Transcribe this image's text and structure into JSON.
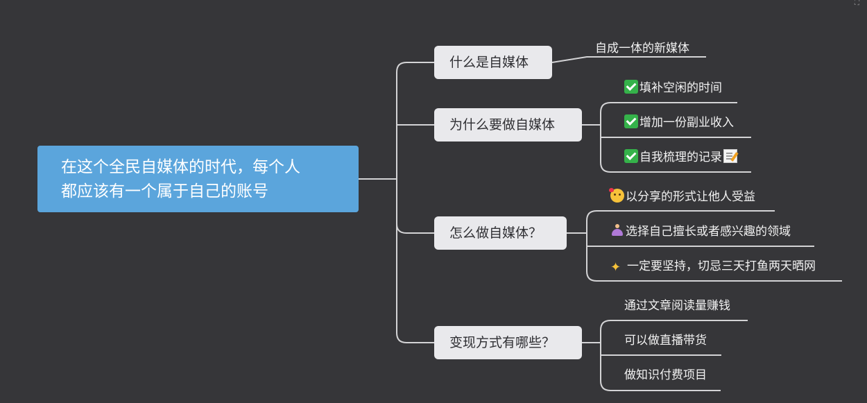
{
  "mindmap": {
    "root": {
      "line1": "在这个全民自媒体的时代，每个人",
      "line2": "都应该有一个属于自己的账号",
      "color": "#5ba5dc"
    },
    "branches": [
      {
        "label": "什么是自媒体",
        "leaves": [
          {
            "icon": "",
            "text": "自成一体的新媒体"
          }
        ]
      },
      {
        "label": "为什么要做自媒体",
        "leaves": [
          {
            "icon": "check-mark-icon",
            "text": "填补空闲的时间"
          },
          {
            "icon": "check-mark-icon",
            "text": "增加一份副业收入"
          },
          {
            "icon": "check-mark-icon",
            "text": "自我梳理的记录",
            "trailing_icon": "memo-icon"
          }
        ]
      },
      {
        "label": "怎么做自媒体？",
        "leaves": [
          {
            "icon": "smiling-face-with-hearts-icon",
            "text": "以分享的形式让他人受益"
          },
          {
            "icon": "person-in-lotus-position-icon",
            "text": "选择自己擅长或者感兴趣的领域"
          },
          {
            "icon": "sparkles-icon",
            "text": "一定要坚持，切忌三天打鱼两天晒网"
          }
        ]
      },
      {
        "label": "变现方式有哪些？",
        "leaves": [
          {
            "icon": "",
            "text": "通过文章阅读量赚钱"
          },
          {
            "icon": "",
            "text": "可以做直播带货"
          },
          {
            "icon": "",
            "text": "做知识付费项目"
          }
        ]
      }
    ],
    "colors": {
      "background": "#363639",
      "branch_fill": "#e9e9ec",
      "connector": "#d4d4d6"
    }
  }
}
